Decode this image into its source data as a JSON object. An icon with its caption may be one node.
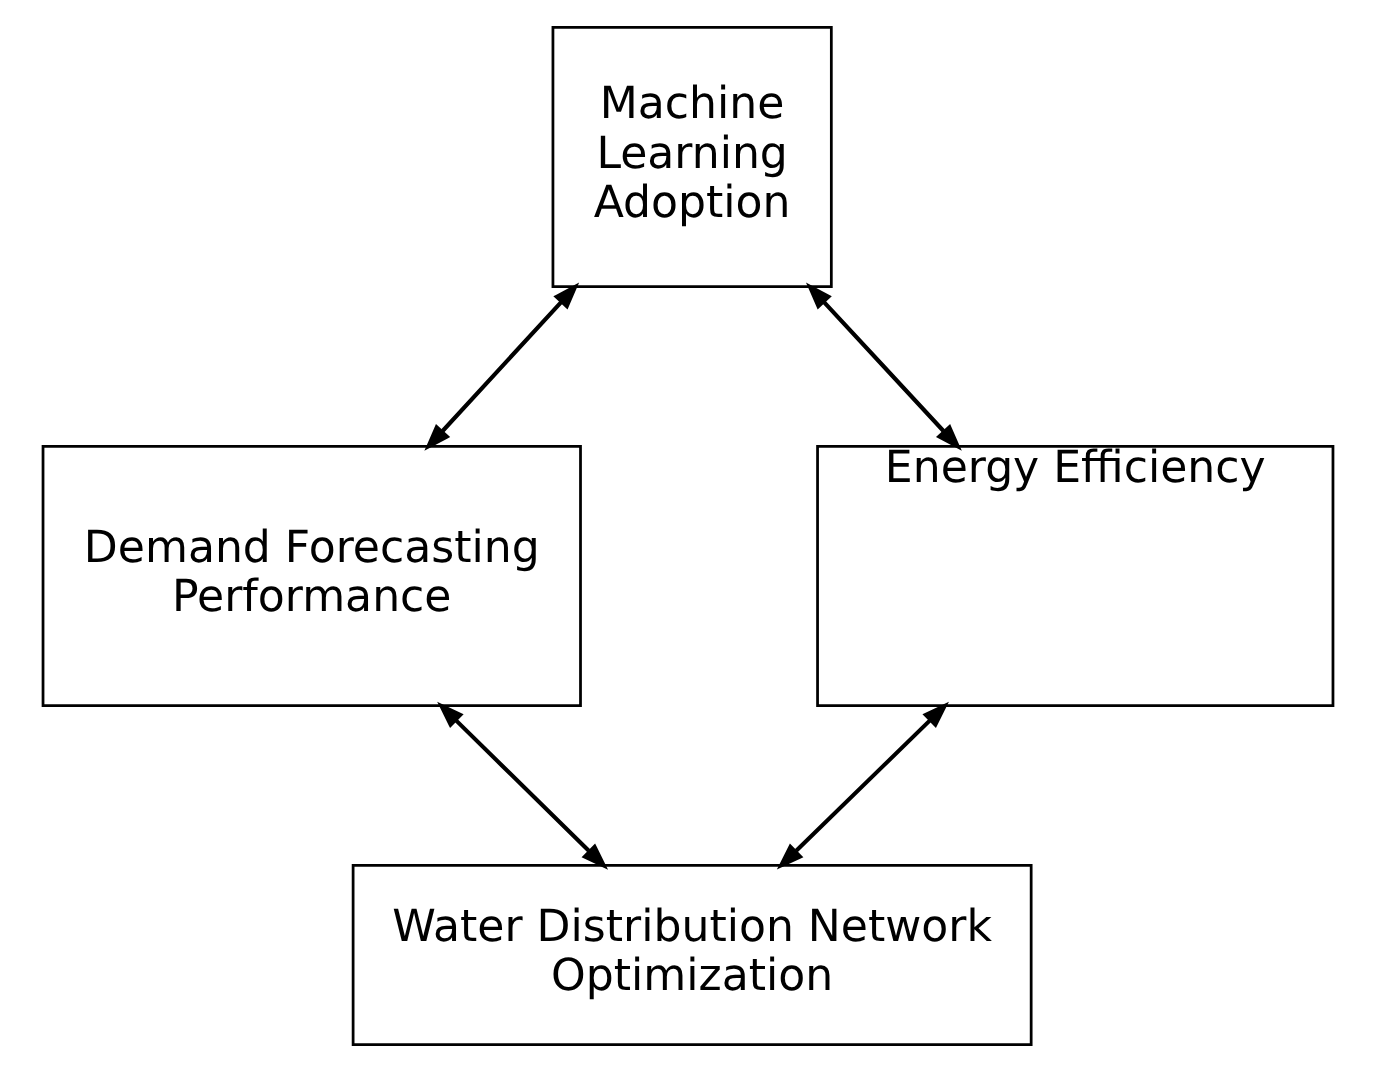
{
  "diagram": {
    "nodes": [
      {
        "text": [
          "Machine Learning Adoption"
        ]
      },
      {
        "text": [
          "Demand Forecasting Performance"
        ]
      },
      {
        "text": [
          "Energy Efficiency"
        ]
      },
      {
        "text": [
          "Water Distribution Network Optimization"
        ]
      }
    ],
    "edges": [
      {
        "from": 0,
        "to": 1,
        "arrow": "both"
      },
      {
        "from": 0,
        "to": 2,
        "arrow": "both"
      },
      {
        "from": 1,
        "to": 3,
        "arrow": "both"
      },
      {
        "from": 2,
        "to": 3,
        "arrow": "both"
      }
    ]
  }
}
